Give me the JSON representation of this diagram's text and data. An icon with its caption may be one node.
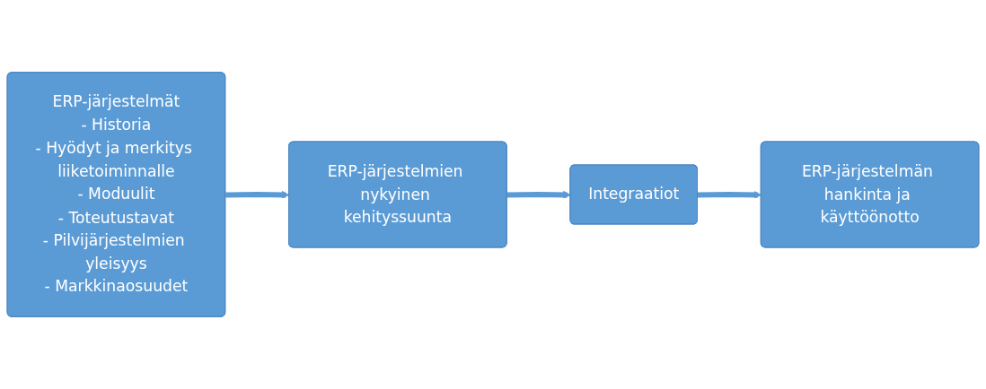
{
  "diagram": {
    "nodes": [
      {
        "text": [
          "ERP-järjestelmät",
          "- Historia",
          "- Hyödyt ja merkitys liiketoiminnalle",
          "- Moduulit",
          "- Toteutustavat",
          "- Pilvijärjestelmien yleisyys",
          "- Markkinaosuudet"
        ]
      },
      {
        "text": [
          "ERP-järjestelmien nykyinen kehityssuunta"
        ]
      },
      {
        "text": [
          "Integraatiot"
        ]
      },
      {
        "text": [
          "ERP-järjestelmän hankinta ja käyttöönotto"
        ]
      }
    ],
    "edges": [
      {
        "from": 0,
        "to": 1,
        "arrow": "to"
      },
      {
        "from": 1,
        "to": 2,
        "arrow": "to"
      },
      {
        "from": 2,
        "to": 3,
        "arrow": "to"
      }
    ]
  }
}
